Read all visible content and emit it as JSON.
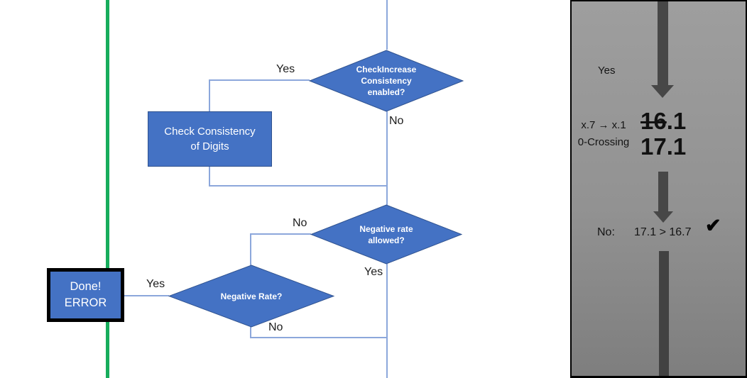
{
  "flowchart": {
    "decision_check_increase": {
      "line1": "CheckIncrease",
      "line2": "Consistency",
      "line3": "enabled?"
    },
    "process_check_digits": {
      "line1": "Check Consistency",
      "line2": "of Digits"
    },
    "decision_negative_allowed": {
      "line1": "Negative rate",
      "line2": "allowed?"
    },
    "decision_negative_rate": {
      "line1": "Negative Rate?"
    },
    "terminal_done_error": {
      "line1": "Done!",
      "line2": "ERROR"
    },
    "labels": {
      "yes1": "Yes",
      "no1": "No",
      "no2": "No",
      "yes2": "Yes",
      "yes3": "Yes",
      "no3": "No"
    }
  },
  "panel": {
    "yes_label": "Yes",
    "rule_line1": "x.7 → x.1",
    "rule_line2": "0-Crossing",
    "old_value": {
      "struck": "16",
      "rest": ".1"
    },
    "new_value": "17.1",
    "result_label": "No:",
    "result_comparison": "17.1 > 16.7",
    "checkmark": "✔"
  },
  "colors": {
    "node_fill": "#4472C4",
    "node_border": "#2F528F",
    "connector": "#8CA7DB",
    "green_line": "#17AD5C",
    "panel_gray_top": "#9E9E9E",
    "panel_gray_bottom": "#7E7E7E",
    "arrow_gray": "#474747",
    "panel_border": "#000000"
  }
}
